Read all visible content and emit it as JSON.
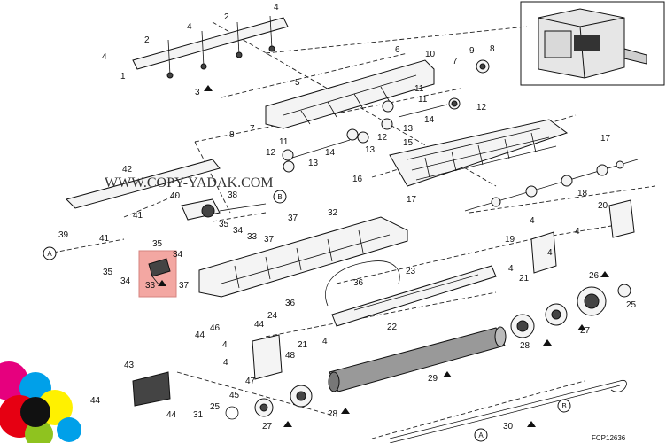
{
  "watermark": "WWW.COPY-YADAK.COM",
  "figure_code": "FCP12636",
  "callouts": {
    "A": "A",
    "B": "B"
  },
  "labels": {
    "p1": "1",
    "p2a": "2",
    "p2b": "2",
    "p3": "3",
    "p4a": "4",
    "p4b": "4",
    "p4c": "4",
    "p5": "5",
    "p6": "6",
    "p7a": "7",
    "p7b": "7",
    "p8a": "8",
    "p8b": "8",
    "p9": "9",
    "p10": "10",
    "p11a": "11",
    "p11b": "11",
    "p11c": "11",
    "p12a": "12",
    "p12b": "12",
    "p12c": "12",
    "p13a": "13",
    "p13b": "13",
    "p13c": "13",
    "p14a": "14",
    "p14b": "14",
    "p15": "15",
    "p16": "16",
    "p17a": "17",
    "p17b": "17",
    "p18": "18",
    "p19": "19",
    "p20": "20",
    "p21a": "21",
    "p21b": "21",
    "p22": "22",
    "p23": "23",
    "p24": "24",
    "p25a": "25",
    "p25b": "25",
    "p26": "26",
    "p27a": "27",
    "p27b": "27",
    "p28a": "28",
    "p28b": "28",
    "p29": "29",
    "p30": "30",
    "p31": "31",
    "p32": "32",
    "p33a": "33",
    "p33b": "33",
    "p34a": "34",
    "p34b": "34",
    "p34c": "34",
    "p35a": "35",
    "p35b": "35",
    "p35c": "35",
    "p36a": "36",
    "p36b": "36",
    "p37a": "37",
    "p37b": "37",
    "p38": "38",
    "p39": "39",
    "p40": "40",
    "p41a": "41",
    "p41b": "41",
    "p42": "42",
    "p43": "43",
    "p44a": "44",
    "p44b": "44",
    "p44c": "44",
    "p45": "45",
    "p46": "46",
    "p47": "47",
    "p48": "48",
    "p4d": "4",
    "p4e": "4",
    "p4f": "4",
    "p4g": "4",
    "p4h": "4",
    "p4i": "4"
  },
  "colors": {
    "highlight": "#f08a84",
    "line": "#111111"
  }
}
